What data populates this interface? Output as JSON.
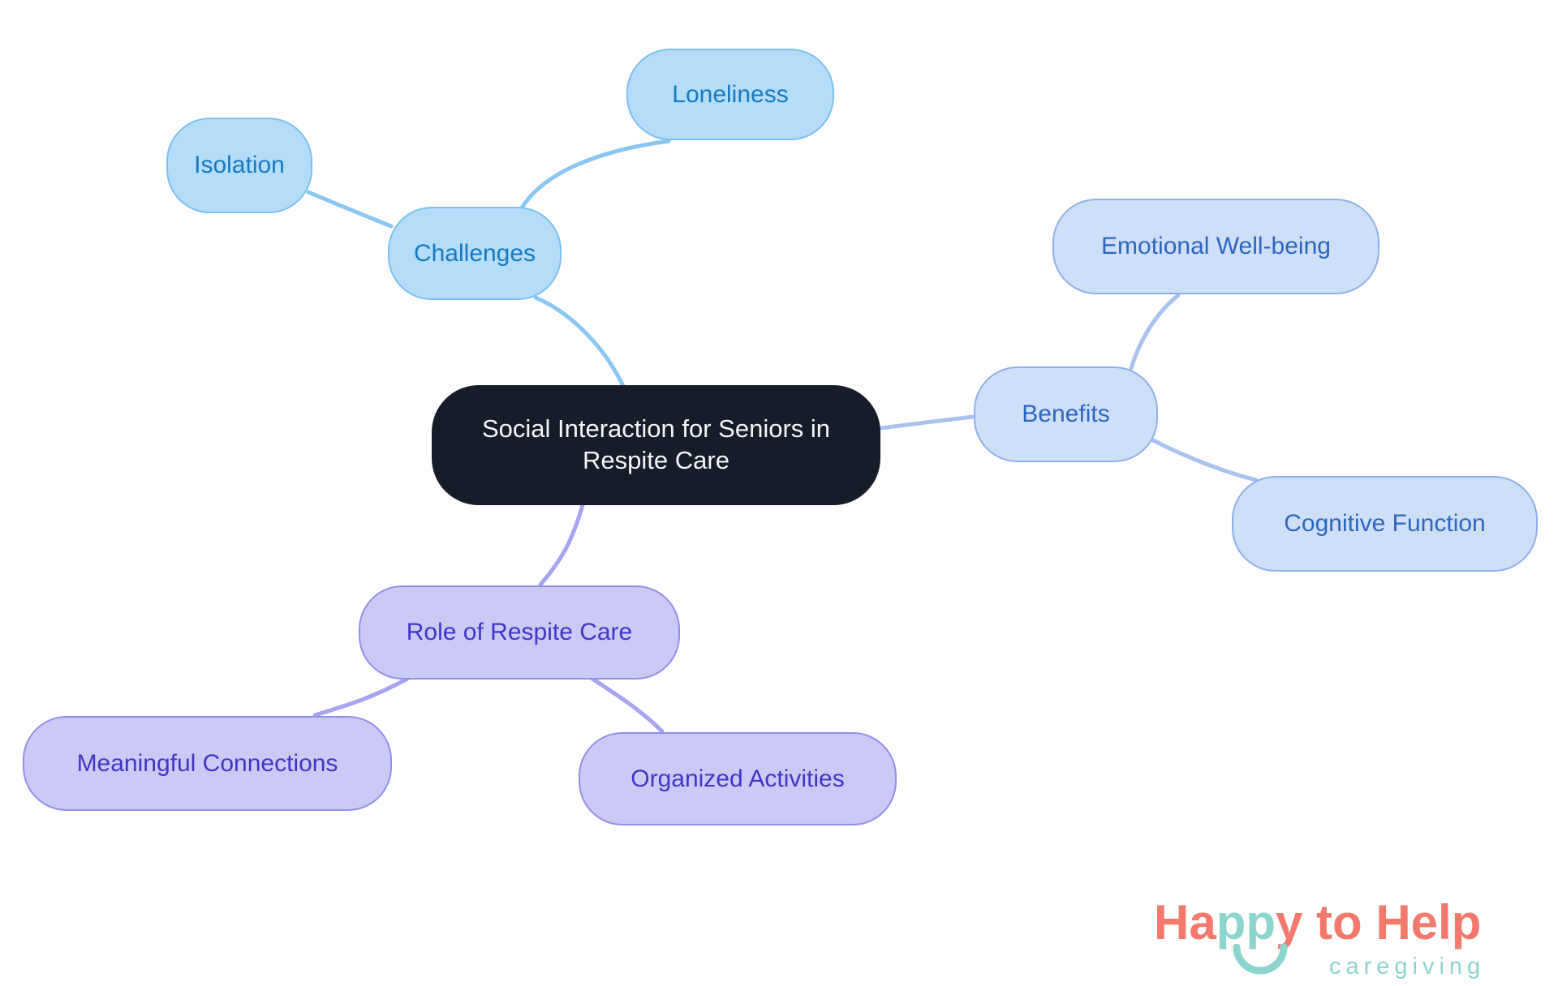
{
  "diagram": {
    "root": {
      "label": "Social Interaction for Seniors in Respite Care",
      "theme": {
        "fill": "#161C2A",
        "text": "#F3F5F7"
      }
    },
    "branches": [
      {
        "label": "Challenges",
        "theme": {
          "fill": "#B5DDF9",
          "border": "#7CC0EF",
          "text": "#177AC2",
          "edge": "#8AC6F1"
        },
        "children": [
          {
            "label": "Isolation"
          },
          {
            "label": "Loneliness"
          }
        ]
      },
      {
        "label": "Benefits",
        "theme": {
          "fill": "#CEE0F8",
          "border": "#8EB0E9",
          "text": "#2C66C3",
          "edge": "#A9C2F0"
        },
        "children": [
          {
            "label": "Emotional Well-being"
          },
          {
            "label": "Cognitive Function"
          }
        ]
      },
      {
        "label": "Role of Respite Care",
        "theme": {
          "fill": "#CBCAF7",
          "border": "#918FE8",
          "text": "#4335C6",
          "edge": "#A6A3F1"
        },
        "children": [
          {
            "label": "Meaningful Connections"
          },
          {
            "label": "Organized Activities"
          }
        ]
      }
    ]
  },
  "logo": {
    "part_ha": "Ha",
    "part_pp": "pp",
    "part_rest": "y to Help",
    "tagline": "caregiving",
    "coral": "#F2796B",
    "teal": "#8CD5CE"
  }
}
